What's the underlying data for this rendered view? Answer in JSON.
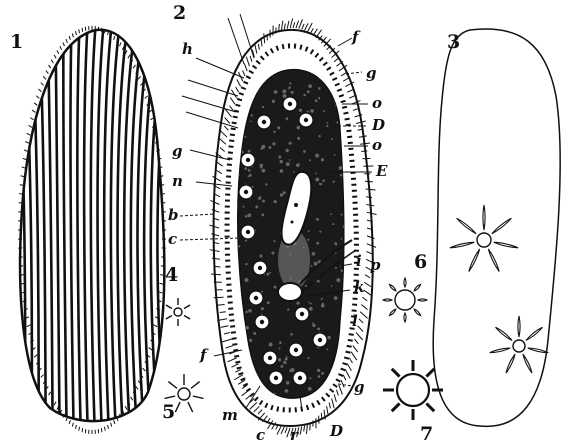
{
  "figures": {
    "fig1": {
      "number": "1"
    },
    "fig2": {
      "number": "2",
      "labels": {
        "h": "h",
        "f_top": "f",
        "g_top": "g",
        "o_top": "o",
        "D_upper": "D",
        "o_mid": "o",
        "E": "E",
        "g_left": "g",
        "n": "n",
        "b": "b",
        "c": "c",
        "i": "i",
        "p": "p",
        "k": "k",
        "l": "l",
        "f_bottom": "f",
        "g_bottom": "g",
        "m": "m",
        "c_bottom": "c",
        "r": "r",
        "D_bottom": "D"
      }
    },
    "fig3": {
      "number": "3"
    },
    "fig4": {
      "number": "4"
    },
    "fig5": {
      "number": "5"
    },
    "fig6": {
      "number": "6"
    },
    "fig7": {
      "number": "7"
    }
  }
}
